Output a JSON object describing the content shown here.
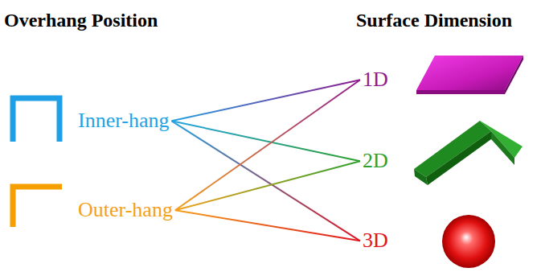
{
  "diagram": {
    "nodes": [
      {
        "text": [
          "Inner-hang"
        ]
      },
      {
        "text": [
          "Outer-hang"
        ]
      },
      {
        "text": [
          "1D"
        ]
      },
      {
        "text": [
          "2D"
        ]
      },
      {
        "text": [
          "3D"
        ]
      }
    ],
    "edges": [
      {
        "from": 0,
        "to": 2,
        "arrow": "none"
      },
      {
        "from": 0,
        "to": 3,
        "arrow": "none"
      },
      {
        "from": 0,
        "to": 4,
        "arrow": "none"
      },
      {
        "from": 1,
        "to": 2,
        "arrow": "none"
      },
      {
        "from": 1,
        "to": 3,
        "arrow": "none"
      },
      {
        "from": 1,
        "to": 4,
        "arrow": "none"
      }
    ],
    "labels": [
      "Overhang Position",
      "Surface Dimension"
    ]
  }
}
